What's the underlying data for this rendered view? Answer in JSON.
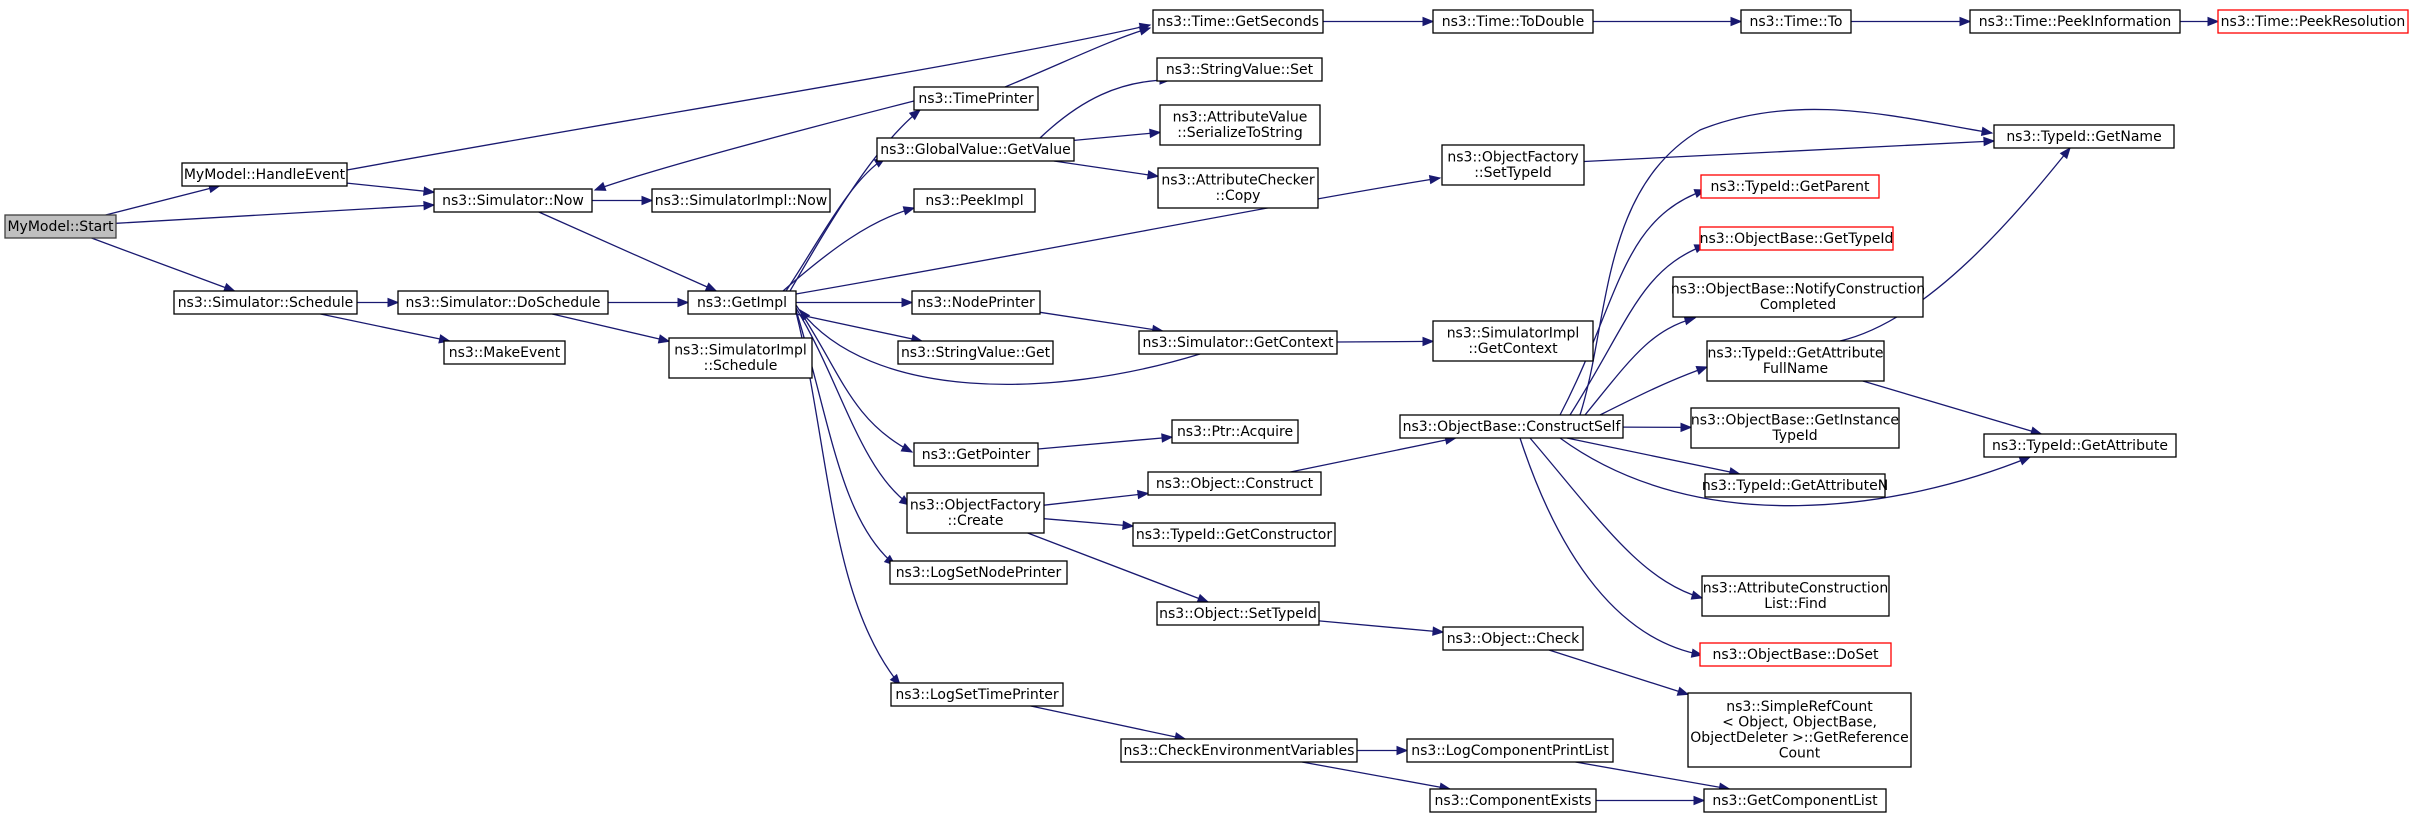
{
  "graph": {
    "nodes": [
      {
        "id": "start",
        "lines": [
          "MyModel::Start"
        ],
        "style": "root"
      },
      {
        "id": "handle_event",
        "lines": [
          "MyModel::HandleEvent"
        ]
      },
      {
        "id": "sim_now",
        "lines": [
          "ns3::Simulator::Now"
        ]
      },
      {
        "id": "sim_schedule",
        "lines": [
          "ns3::Simulator::Schedule"
        ]
      },
      {
        "id": "sim_doschedule",
        "lines": [
          "ns3::Simulator::DoSchedule"
        ]
      },
      {
        "id": "make_event",
        "lines": [
          "ns3::MakeEvent"
        ]
      },
      {
        "id": "simimpl_now",
        "lines": [
          "ns3::SimulatorImpl::Now"
        ]
      },
      {
        "id": "simimpl_schedule",
        "lines": [
          "ns3::SimulatorImpl",
          "::Schedule"
        ]
      },
      {
        "id": "get_impl",
        "lines": [
          "ns3::GetImpl"
        ]
      },
      {
        "id": "time_getseconds",
        "lines": [
          "ns3::Time::GetSeconds"
        ]
      },
      {
        "id": "time_todouble",
        "lines": [
          "ns3::Time::ToDouble"
        ]
      },
      {
        "id": "time_to",
        "lines": [
          "ns3::Time::To"
        ]
      },
      {
        "id": "time_peekinfo",
        "lines": [
          "ns3::Time::PeekInformation"
        ]
      },
      {
        "id": "time_peekres",
        "lines": [
          "ns3::Time::PeekResolution"
        ],
        "style": "trunc"
      },
      {
        "id": "time_printer",
        "lines": [
          "ns3::TimePrinter"
        ]
      },
      {
        "id": "global_getvalue",
        "lines": [
          "ns3::GlobalValue::GetValue"
        ]
      },
      {
        "id": "stringvalue_set",
        "lines": [
          "ns3::StringValue::Set"
        ]
      },
      {
        "id": "attrvalue_serialize",
        "lines": [
          "ns3::AttributeValue",
          "::SerializeToString"
        ]
      },
      {
        "id": "attrchecker_copy",
        "lines": [
          "ns3::AttributeChecker",
          "::Copy"
        ]
      },
      {
        "id": "peek_impl",
        "lines": [
          "ns3::PeekImpl"
        ]
      },
      {
        "id": "node_printer",
        "lines": [
          "ns3::NodePrinter"
        ]
      },
      {
        "id": "stringvalue_get",
        "lines": [
          "ns3::StringValue::Get"
        ]
      },
      {
        "id": "sim_getcontext",
        "lines": [
          "ns3::Simulator::GetContext"
        ]
      },
      {
        "id": "simimpl_getcontext",
        "lines": [
          "ns3::SimulatorImpl",
          "::GetContext"
        ]
      },
      {
        "id": "get_pointer",
        "lines": [
          "ns3::GetPointer"
        ]
      },
      {
        "id": "ptr_acquire",
        "lines": [
          "ns3::Ptr::Acquire"
        ]
      },
      {
        "id": "objfactory_create",
        "lines": [
          "ns3::ObjectFactory",
          "::Create"
        ]
      },
      {
        "id": "object_construct",
        "lines": [
          "ns3::Object::Construct"
        ]
      },
      {
        "id": "typeid_getconstructor",
        "lines": [
          "ns3::TypeId::GetConstructor"
        ]
      },
      {
        "id": "object_settypeid",
        "lines": [
          "ns3::Object::SetTypeId"
        ]
      },
      {
        "id": "object_check",
        "lines": [
          "ns3::Object::Check"
        ]
      },
      {
        "id": "log_setnodeprinter",
        "lines": [
          "ns3::LogSetNodePrinter"
        ]
      },
      {
        "id": "log_settimeprinter",
        "lines": [
          "ns3::LogSetTimePrinter"
        ]
      },
      {
        "id": "check_env_vars",
        "lines": [
          "ns3::CheckEnvironmentVariables"
        ]
      },
      {
        "id": "log_component_printlist",
        "lines": [
          "ns3::LogComponentPrintList"
        ]
      },
      {
        "id": "component_exists",
        "lines": [
          "ns3::ComponentExists"
        ]
      },
      {
        "id": "get_component_list",
        "lines": [
          "ns3::GetComponentList"
        ]
      },
      {
        "id": "objfactory_settypeid",
        "lines": [
          "ns3::ObjectFactory",
          "::SetTypeId"
        ]
      },
      {
        "id": "objbase_constructself",
        "lines": [
          "ns3::ObjectBase::ConstructSelf"
        ]
      },
      {
        "id": "typeid_getname",
        "lines": [
          "ns3::TypeId::GetName"
        ]
      },
      {
        "id": "typeid_getparent",
        "lines": [
          "ns3::TypeId::GetParent"
        ],
        "style": "trunc"
      },
      {
        "id": "objbase_gettypeid",
        "lines": [
          "ns3::ObjectBase::GetTypeId"
        ],
        "style": "trunc"
      },
      {
        "id": "objbase_notify",
        "lines": [
          "ns3::ObjectBase::NotifyConstruction",
          "Completed"
        ]
      },
      {
        "id": "typeid_getattrfullname",
        "lines": [
          "ns3::TypeId::GetAttribute",
          "FullName"
        ]
      },
      {
        "id": "objbase_getinstancetypeid",
        "lines": [
          "ns3::ObjectBase::GetInstance",
          "TypeId"
        ]
      },
      {
        "id": "typeid_getattributen",
        "lines": [
          "ns3::TypeId::GetAttributeN"
        ]
      },
      {
        "id": "typeid_getattribute",
        "lines": [
          "ns3::TypeId::GetAttribute"
        ]
      },
      {
        "id": "attrconstructionlist_find",
        "lines": [
          "ns3::AttributeConstruction",
          "List::Find"
        ]
      },
      {
        "id": "objbase_doset",
        "lines": [
          "ns3::ObjectBase::DoSet"
        ],
        "style": "trunc"
      },
      {
        "id": "simplerefcount",
        "lines": [
          "ns3::SimpleRefCount",
          "< Object, ObjectBase,",
          " ObjectDeleter >::GetReference",
          "Count"
        ]
      }
    ],
    "edges": [
      [
        "start",
        "handle_event"
      ],
      [
        "start",
        "sim_now"
      ],
      [
        "start",
        "sim_schedule"
      ],
      [
        "handle_event",
        "sim_now"
      ],
      [
        "handle_event",
        "time_getseconds"
      ],
      [
        "sim_now",
        "simimpl_now"
      ],
      [
        "sim_now",
        "get_impl"
      ],
      [
        "sim_schedule",
        "sim_doschedule"
      ],
      [
        "sim_schedule",
        "make_event"
      ],
      [
        "sim_doschedule",
        "get_impl"
      ],
      [
        "sim_doschedule",
        "simimpl_schedule"
      ],
      [
        "time_printer",
        "sim_now"
      ],
      [
        "time_printer",
        "time_getseconds"
      ],
      [
        "time_getseconds",
        "time_todouble"
      ],
      [
        "time_todouble",
        "time_to"
      ],
      [
        "time_to",
        "time_peekinfo"
      ],
      [
        "time_peekinfo",
        "time_peekres"
      ],
      [
        "get_impl",
        "time_printer"
      ],
      [
        "get_impl",
        "global_getvalue"
      ],
      [
        "get_impl",
        "peek_impl"
      ],
      [
        "get_impl",
        "node_printer"
      ],
      [
        "get_impl",
        "stringvalue_get"
      ],
      [
        "get_impl",
        "get_pointer"
      ],
      [
        "get_impl",
        "objfactory_create"
      ],
      [
        "get_impl",
        "log_setnodeprinter"
      ],
      [
        "get_impl",
        "log_settimeprinter"
      ],
      [
        "get_impl",
        "objfactory_settypeid"
      ],
      [
        "global_getvalue",
        "stringvalue_set"
      ],
      [
        "global_getvalue",
        "attrvalue_serialize"
      ],
      [
        "global_getvalue",
        "attrchecker_copy"
      ],
      [
        "node_printer",
        "sim_getcontext"
      ],
      [
        "sim_getcontext",
        "get_impl"
      ],
      [
        "sim_getcontext",
        "simimpl_getcontext"
      ],
      [
        "get_pointer",
        "ptr_acquire"
      ],
      [
        "objfactory_create",
        "object_construct"
      ],
      [
        "objfactory_create",
        "typeid_getconstructor"
      ],
      [
        "objfactory_create",
        "object_settypeid"
      ],
      [
        "object_construct",
        "objbase_constructself"
      ],
      [
        "object_settypeid",
        "object_check"
      ],
      [
        "object_check",
        "simplerefcount"
      ],
      [
        "log_settimeprinter",
        "check_env_vars"
      ],
      [
        "check_env_vars",
        "log_component_printlist"
      ],
      [
        "check_env_vars",
        "component_exists"
      ],
      [
        "log_component_printlist",
        "get_component_list"
      ],
      [
        "component_exists",
        "get_component_list"
      ],
      [
        "objfactory_settypeid",
        "typeid_getname"
      ],
      [
        "objbase_constructself",
        "typeid_getname"
      ],
      [
        "objbase_constructself",
        "typeid_getparent"
      ],
      [
        "objbase_constructself",
        "objbase_gettypeid"
      ],
      [
        "objbase_constructself",
        "objbase_notify"
      ],
      [
        "objbase_constructself",
        "typeid_getattrfullname"
      ],
      [
        "objbase_constructself",
        "objbase_getinstancetypeid"
      ],
      [
        "objbase_constructself",
        "typeid_getattributen"
      ],
      [
        "objbase_constructself",
        "typeid_getattribute"
      ],
      [
        "objbase_constructself",
        "attrconstructionlist_find"
      ],
      [
        "objbase_constructself",
        "objbase_doset"
      ],
      [
        "typeid_getattrfullname",
        "typeid_getname"
      ],
      [
        "typeid_getattrfullname",
        "typeid_getattribute"
      ]
    ]
  },
  "colors": {
    "edge": "#191970",
    "node_border": "#000000",
    "root_fill": "#bfbfbf",
    "root_border": "#404040",
    "truncated_border": "#ff0000"
  }
}
